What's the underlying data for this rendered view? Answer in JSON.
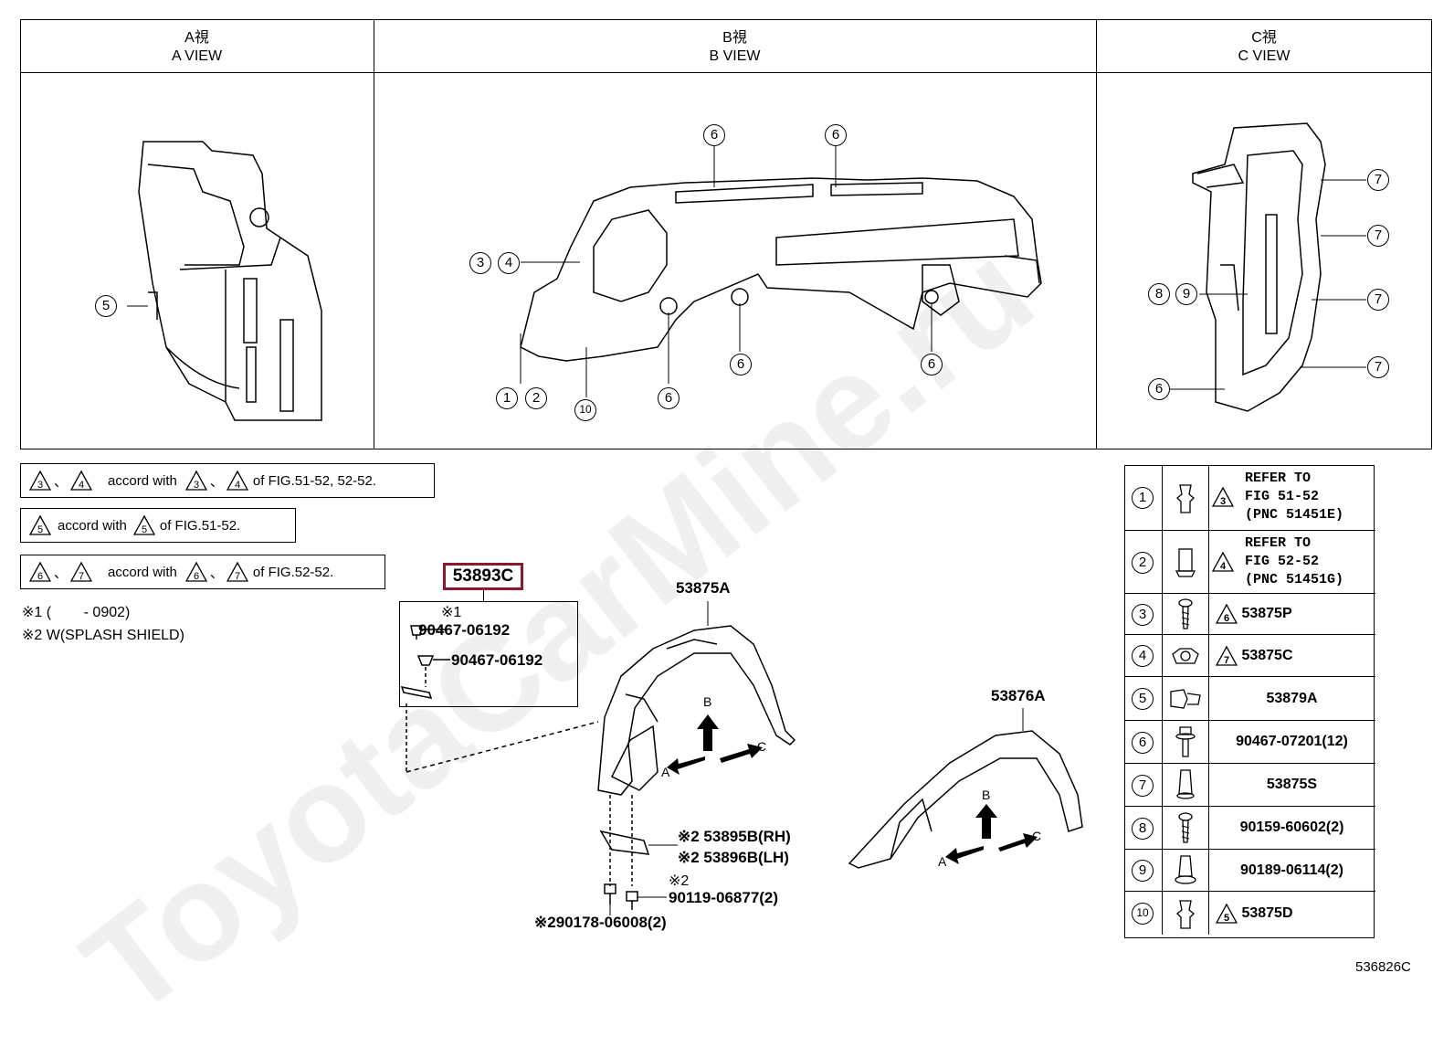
{
  "views": [
    {
      "jp": "A視",
      "en": "A VIEW"
    },
    {
      "jp": "B視",
      "en": "B VIEW"
    },
    {
      "jp": "C視",
      "en": "C VIEW"
    }
  ],
  "callouts": {
    "a_view": [
      "5"
    ],
    "b_view": [
      "6",
      "6",
      "3",
      "4",
      "6",
      "6",
      "1",
      "2",
      "10",
      "6"
    ],
    "c_view": [
      "7",
      "7",
      "8",
      "9",
      "7",
      "7",
      "6"
    ]
  },
  "notes": [
    {
      "t1": "3",
      "t2": "4",
      "text1": "accord with",
      "t3": "3",
      "t4": "4",
      "text2": "of FIG.51-52, 52-52."
    },
    {
      "t1": "5",
      "text1": "accord with",
      "t3": "5",
      "text2": "of FIG.51-52."
    },
    {
      "t1": "6",
      "t2": "7",
      "text1": "accord with",
      "t3": "6",
      "t4": "7",
      "text2": "of FIG.52-52."
    }
  ],
  "footnotes": [
    "※1 (        - 0902)",
    "※2 W(SPLASH SHIELD)"
  ],
  "parts": {
    "highlighted": "53893C",
    "kit_mark": "※1",
    "kit_item1": "90467-06192",
    "kit_item2": "90467-06192",
    "liner_front": "53875A",
    "liner_rear": "53876A",
    "shield_rh": "※2  53895B(RH)",
    "shield_lh": "※2  53896B(LH)",
    "bolt_mark": "※2",
    "bolt1": "90119-06877(2)",
    "bolt2": "※290178-06008(2)"
  },
  "arrows": {
    "up": "B",
    "left": "A",
    "right": "C"
  },
  "legend": [
    {
      "num": "1",
      "icon": "clip-icon",
      "refer": true,
      "tri": "3",
      "lines": [
        "REFER TO",
        "FIG 51-52",
        "(PNC 51451E)"
      ]
    },
    {
      "num": "2",
      "icon": "nut-clip-icon",
      "refer": true,
      "tri": "4",
      "lines": [
        "REFER TO",
        "FIG 52-52",
        "(PNC 51451G)"
      ]
    },
    {
      "num": "3",
      "icon": "screw-icon",
      "tri": "6",
      "part": "53875P"
    },
    {
      "num": "4",
      "icon": "spring-nut-icon",
      "tri": "7",
      "part": "53875C"
    },
    {
      "num": "5",
      "icon": "push-clip-icon",
      "part": "53879A"
    },
    {
      "num": "6",
      "icon": "bolt-icon",
      "part": "90467-07201(12)"
    },
    {
      "num": "7",
      "icon": "retainer-icon",
      "part": "53875S"
    },
    {
      "num": "8",
      "icon": "screw-icon",
      "part": "90159-60602(2)"
    },
    {
      "num": "9",
      "icon": "rivet-icon",
      "part": "90189-06114(2)"
    },
    {
      "num": "10",
      "icon": "clip-icon",
      "tri": "5",
      "part": "53875D"
    }
  ],
  "figure_code": "536826C",
  "watermark": "ToyotaCarMine.ru"
}
